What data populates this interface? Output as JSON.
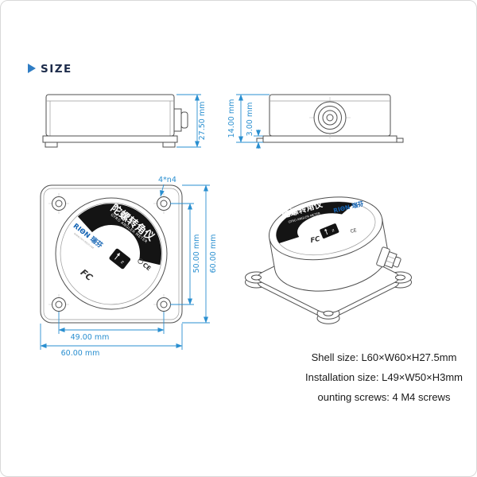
{
  "header": {
    "label": "SIZE"
  },
  "dims": {
    "side_height": "27.50 mm",
    "body_height": "14.00 mm",
    "flange_height": "3.00 mm",
    "holes_note": "4*n4",
    "install_v": "50.00 mm",
    "shell_v": "60.00 mm",
    "install_h": "49.00 mm",
    "shell_h": "60.00 mm"
  },
  "device": {
    "brand": "RIΘN 瑞芬",
    "website": "www.rion-tech.net",
    "name_cn": "陀螺转角仪",
    "name_en": "GYRO ANGLER METER",
    "ce": "CE",
    "fc": "FC",
    "axis": "z"
  },
  "specs": {
    "shell": "Shell size: L60×W60×H27.5mm",
    "install": "Installation size: L49×W50×H3mm",
    "screws": "ounting screws: 4 M4 screws"
  },
  "colors": {
    "dimension": "#2a8fd0",
    "outline": "#4f4f4f",
    "band": "#141414",
    "brand_blue": "#1464b4",
    "header_arrow": "#2f7dc4"
  }
}
